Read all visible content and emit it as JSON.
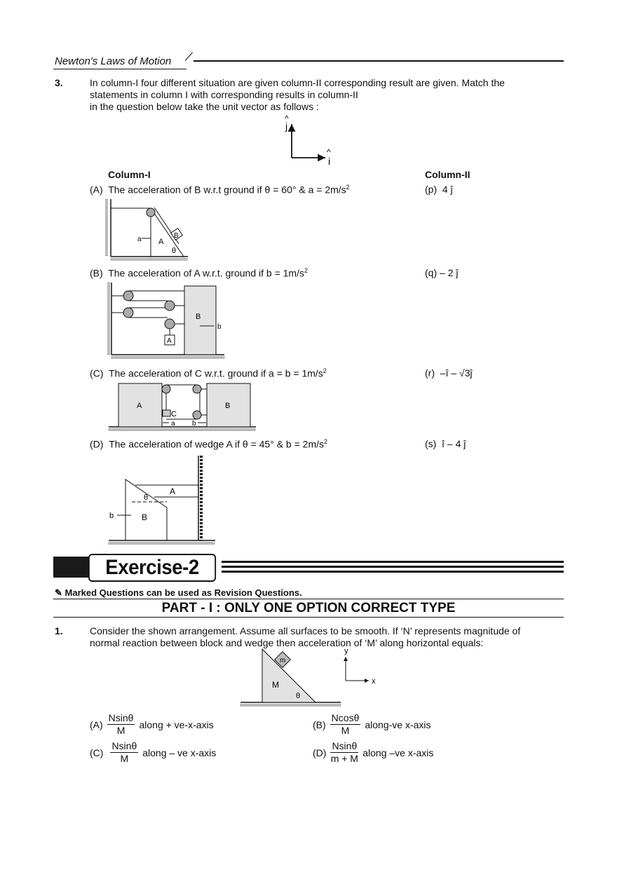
{
  "header": {
    "chapter_title": "Newton's Laws of Motion"
  },
  "question3": {
    "number": "3.",
    "text_line1": "In column-I four different situation are given column-II corresponding result are given. Match the",
    "text_line2": "statements in column I with corresponding results in column-II",
    "text_line3": "in the question below take the unit vector as follows :",
    "unit_vectors": {
      "j_label": "j",
      "i_label": "i"
    },
    "column1_header": "Column-I",
    "column2_header": "Column-II",
    "column1": [
      {
        "label": "(A)",
        "text": "The acceleration of B w.r.t ground if θ = 60° & a = 2m/s",
        "sup": "2",
        "diagram": {
          "labels": [
            "a",
            "A",
            "B",
            "θ"
          ]
        }
      },
      {
        "label": "(B)",
        "text": "The acceleration of A w.r.t. ground if b = 1m/s",
        "sup": "2",
        "diagram": {
          "labels": [
            "B",
            "b",
            "A"
          ]
        }
      },
      {
        "label": "(C)",
        "text": "The acceleration of C w.r.t. ground if a = b = 1m/s",
        "sup": "2",
        "diagram": {
          "labels": [
            "A",
            "B",
            "C",
            "a",
            "b"
          ]
        }
      },
      {
        "label": "(D)",
        "text": "The acceleration of wedge A if θ = 45° & b = 2m/s",
        "sup": "2",
        "diagram": {
          "labels": [
            "A",
            "B",
            "θ",
            "b"
          ]
        }
      }
    ],
    "column2": [
      {
        "label": "(p)",
        "value": "4 ĵ"
      },
      {
        "label": "(q)",
        "value": "– 2 ĵ"
      },
      {
        "label": "(r)",
        "value": "–î – √3ĵ"
      },
      {
        "label": "(s)",
        "value": "î  – 4 ĵ"
      }
    ]
  },
  "exercise": {
    "title": "Exercise-2",
    "marked_note": "Marked Questions can be used as Revision Questions.",
    "marked_icon": "pencil-icon",
    "part_title": "PART - I : ONLY ONE OPTION CORRECT TYPE"
  },
  "question1": {
    "number": "1.",
    "text_line1": "Consider the shown arrangement. Assume all surfaces to be smooth. If ‘N’ represents magnitude of",
    "text_line2": "normal reaction between block and wedge then acceleration of ‘M’ along horizontal equals:",
    "diagram": {
      "block": "m",
      "wedge": "M",
      "angle": "θ",
      "axis_y": "y",
      "axis_x": "x"
    },
    "options": [
      {
        "label": "(A)",
        "num": "Nsinθ",
        "den": "M",
        "text": "along + ve-x-axis"
      },
      {
        "label": "(B)",
        "num": "Ncosθ",
        "den": "M",
        "text": "along-ve x-axis"
      },
      {
        "label": "(C)",
        "num": "Nsinθ",
        "den": "M",
        "text": "along – ve x-axis"
      },
      {
        "label": "(D)",
        "num": "Nsinθ",
        "den": "m + M",
        "text": "along –ve x-axis"
      }
    ]
  }
}
